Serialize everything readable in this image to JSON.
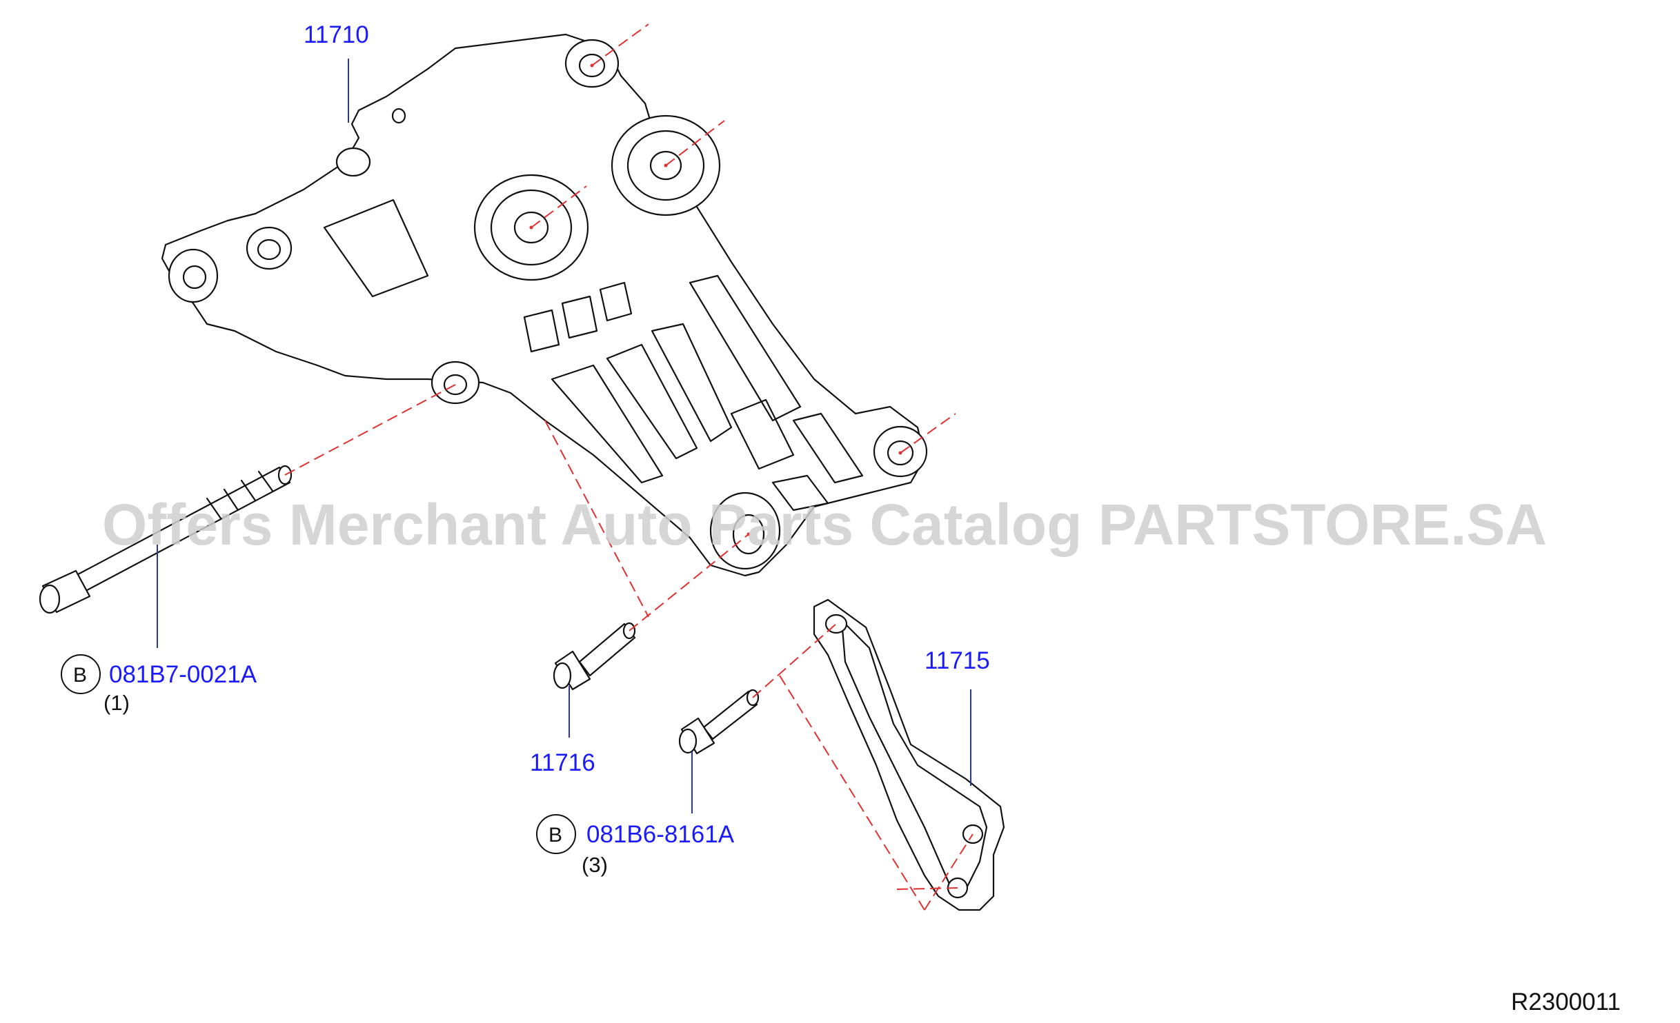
{
  "diagram": {
    "watermark": "Offers Merchant Auto Parts Catalog PARTSTORE.SA",
    "reference_code": "R2300011",
    "parts": [
      {
        "id": "bracket",
        "number": "11710"
      },
      {
        "id": "stay",
        "number": "11715"
      },
      {
        "id": "bolt-11716",
        "number": "11716"
      },
      {
        "id": "long-bolt",
        "number": "081B7-0021A",
        "badge": "B",
        "quantity": "(1)"
      },
      {
        "id": "short-bolt",
        "number": "081B6-8161A",
        "badge": "B",
        "quantity": "(3)"
      }
    ],
    "colors": {
      "part_number": "#1a1aff",
      "center_line": "#e03030",
      "leader": "#2a3a8a"
    }
  }
}
